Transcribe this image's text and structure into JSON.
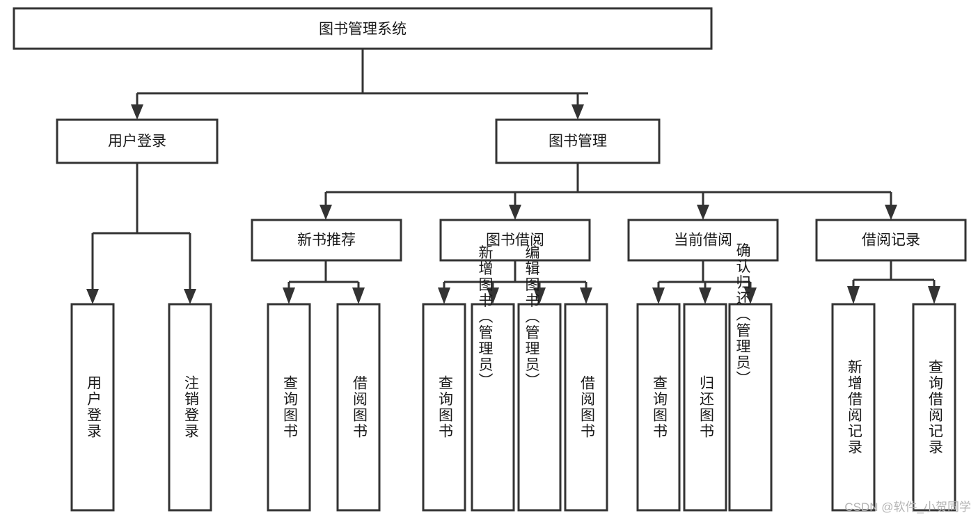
{
  "diagram": {
    "type": "tree-hierarchy",
    "orientation": "top-down",
    "root": {
      "id": "root",
      "label": "图书管理系统"
    },
    "level2": [
      {
        "id": "user-login",
        "label": "用户登录"
      },
      {
        "id": "book-management",
        "label": "图书管理"
      }
    ],
    "level3": [
      {
        "id": "new-book-recommend",
        "label": "新书推荐",
        "parent": "book-management"
      },
      {
        "id": "book-borrow",
        "label": "图书借阅",
        "parent": "book-management"
      },
      {
        "id": "current-borrow",
        "label": "当前借阅",
        "parent": "book-management"
      },
      {
        "id": "borrow-record",
        "label": "借阅记录",
        "parent": "book-management"
      }
    ],
    "leaves": {
      "user_login": [
        {
          "id": "leaf-user-login",
          "label": "用户登录"
        },
        {
          "id": "leaf-user-logout",
          "label": "注销登录"
        }
      ],
      "new_book_recommend": [
        {
          "id": "leaf-query-book-1",
          "label": "查询图书"
        },
        {
          "id": "leaf-borrow-book-1",
          "label": "借阅图书"
        }
      ],
      "book_borrow": [
        {
          "id": "leaf-query-book-2",
          "label": "查询图书"
        },
        {
          "id": "leaf-add-book",
          "label": "新增图书（管理员）"
        },
        {
          "id": "leaf-edit-book",
          "label": "编辑图书（管理员）"
        },
        {
          "id": "leaf-borrow-book-2",
          "label": "借阅图书"
        }
      ],
      "current_borrow": [
        {
          "id": "leaf-query-book-3",
          "label": "查询图书"
        },
        {
          "id": "leaf-return-book",
          "label": "归还图书"
        },
        {
          "id": "leaf-confirm-return",
          "label": "确认归还（管理员）"
        }
      ],
      "borrow_record": [
        {
          "id": "leaf-add-record",
          "label": "新增借阅记录"
        },
        {
          "id": "leaf-query-record",
          "label": "查询借阅记录"
        }
      ]
    },
    "colors": {
      "stroke": "#333333",
      "fill": "#ffffff",
      "text": "#1a1a1a",
      "watermark": "#b4b4b4",
      "background": "#ffffff"
    }
  },
  "watermark": {
    "text": "CSDN @软件_小贺同学"
  }
}
